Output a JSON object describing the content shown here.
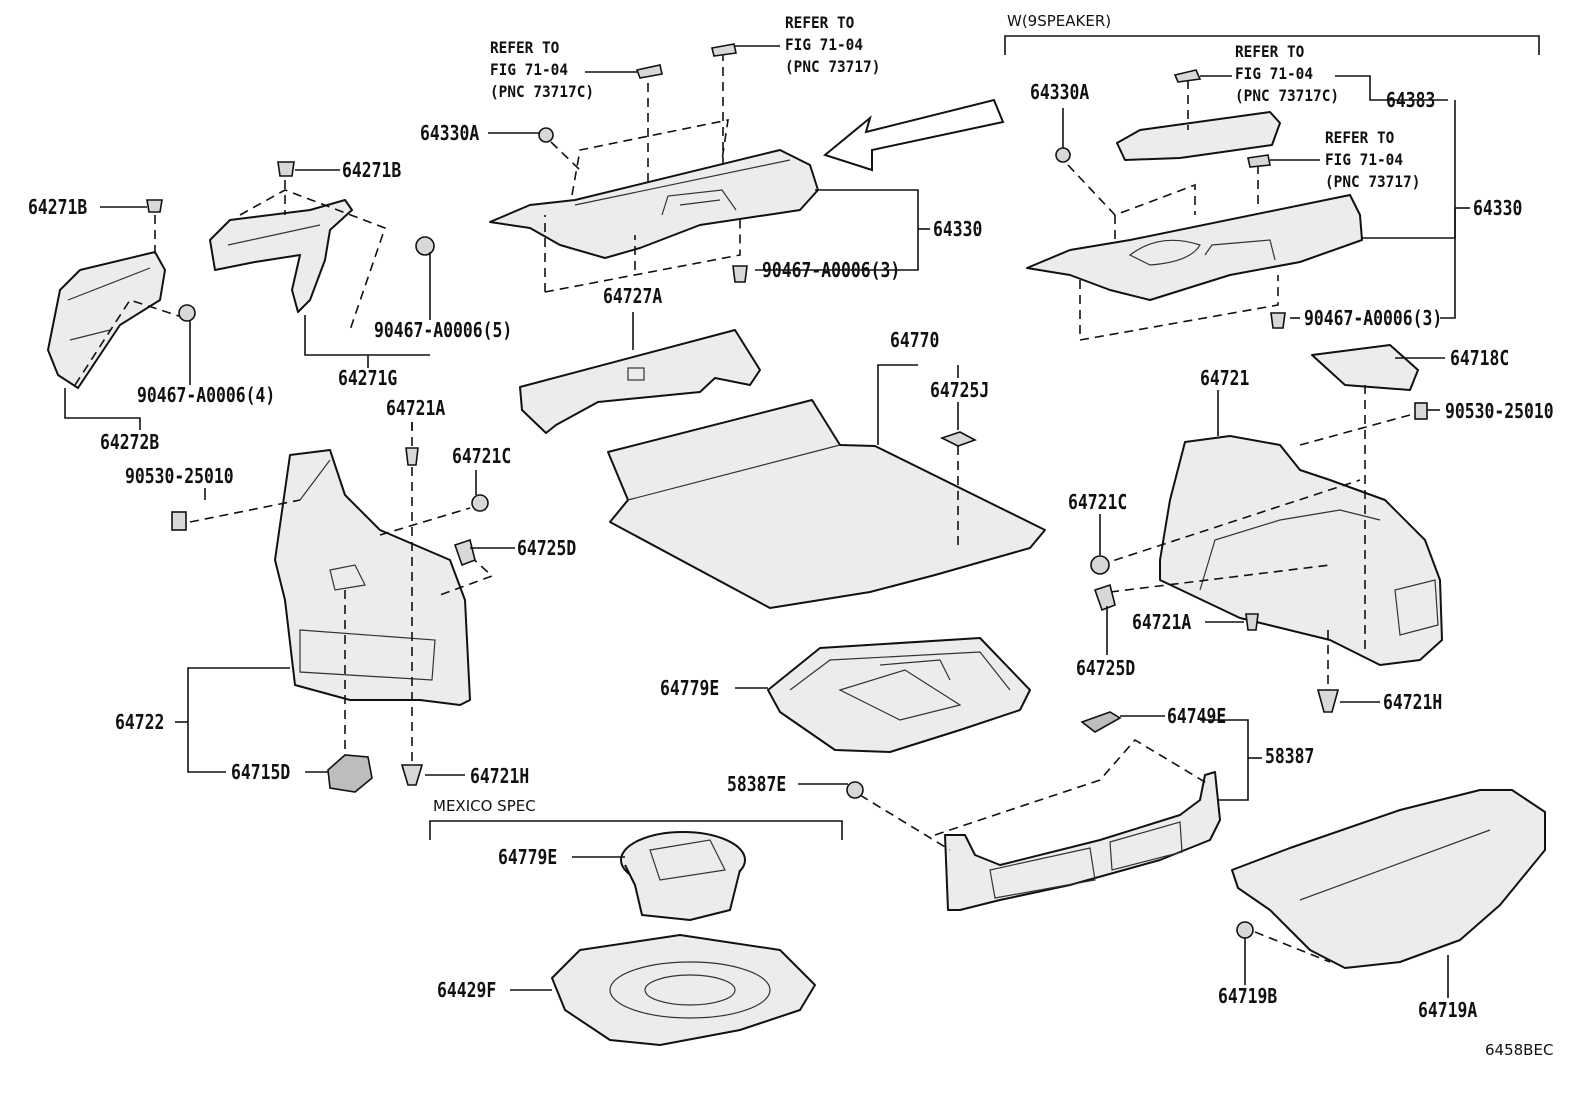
{
  "figure_code": "6458BEC",
  "option_labels": {
    "nine_speaker": "W(9SPEAKER)",
    "mexico_spec": "MEXICO SPEC"
  },
  "references": {
    "ref_73717c_left": "REFER TO\nFIG 71-04\n(PNC 73717C)",
    "ref_73717_top": "REFER TO\nFIG 71-04\n(PNC 73717)",
    "ref_73717c_right": "REFER TO\nFIG 71-04\n(PNC 73717C)",
    "ref_73717_right": "REFER TO\nFIG 71-04\n(PNC 73717)"
  },
  "callouts": {
    "p64330A_left": "64330A",
    "p64330_left": "64330",
    "p90467_a0006_3_left": "90467-A0006(3)",
    "p64727A": "64727A",
    "p64330A_right": "64330A",
    "p64383": "64383",
    "p64330_right": "64330",
    "p90467_a0006_3_right": "90467-A0006(3)",
    "p64271B_left": "64271B",
    "p64271B_mid": "64271B",
    "p90467_a0006_5": "90467-A0006(5)",
    "p90467_a0006_4": "90467-A0006(4)",
    "p64271G": "64271G",
    "p64272B": "64272B",
    "p64721A_left": "64721A",
    "p64721C_left": "64721C",
    "p90530_25010_left": "90530-25010",
    "p64725D_left": "64725D",
    "p64722": "64722",
    "p64715D": "64715D",
    "p64721H_left": "64721H",
    "p64770": "64770",
    "p64725J": "64725J",
    "p64779E_top": "64779E",
    "p64779E_mex": "64779E",
    "p64429F": "64429F",
    "p64718C": "64718C",
    "p64721_right": "64721",
    "p90530_25010_right": "90530-25010",
    "p64721C_right": "64721C",
    "p64721A_right": "64721A",
    "p64725D_right": "64725D",
    "p64721H_right": "64721H",
    "p64749E": "64749E",
    "p58387": "58387",
    "p58387E": "58387E",
    "p64719B": "64719B",
    "p64719A": "64719A"
  }
}
